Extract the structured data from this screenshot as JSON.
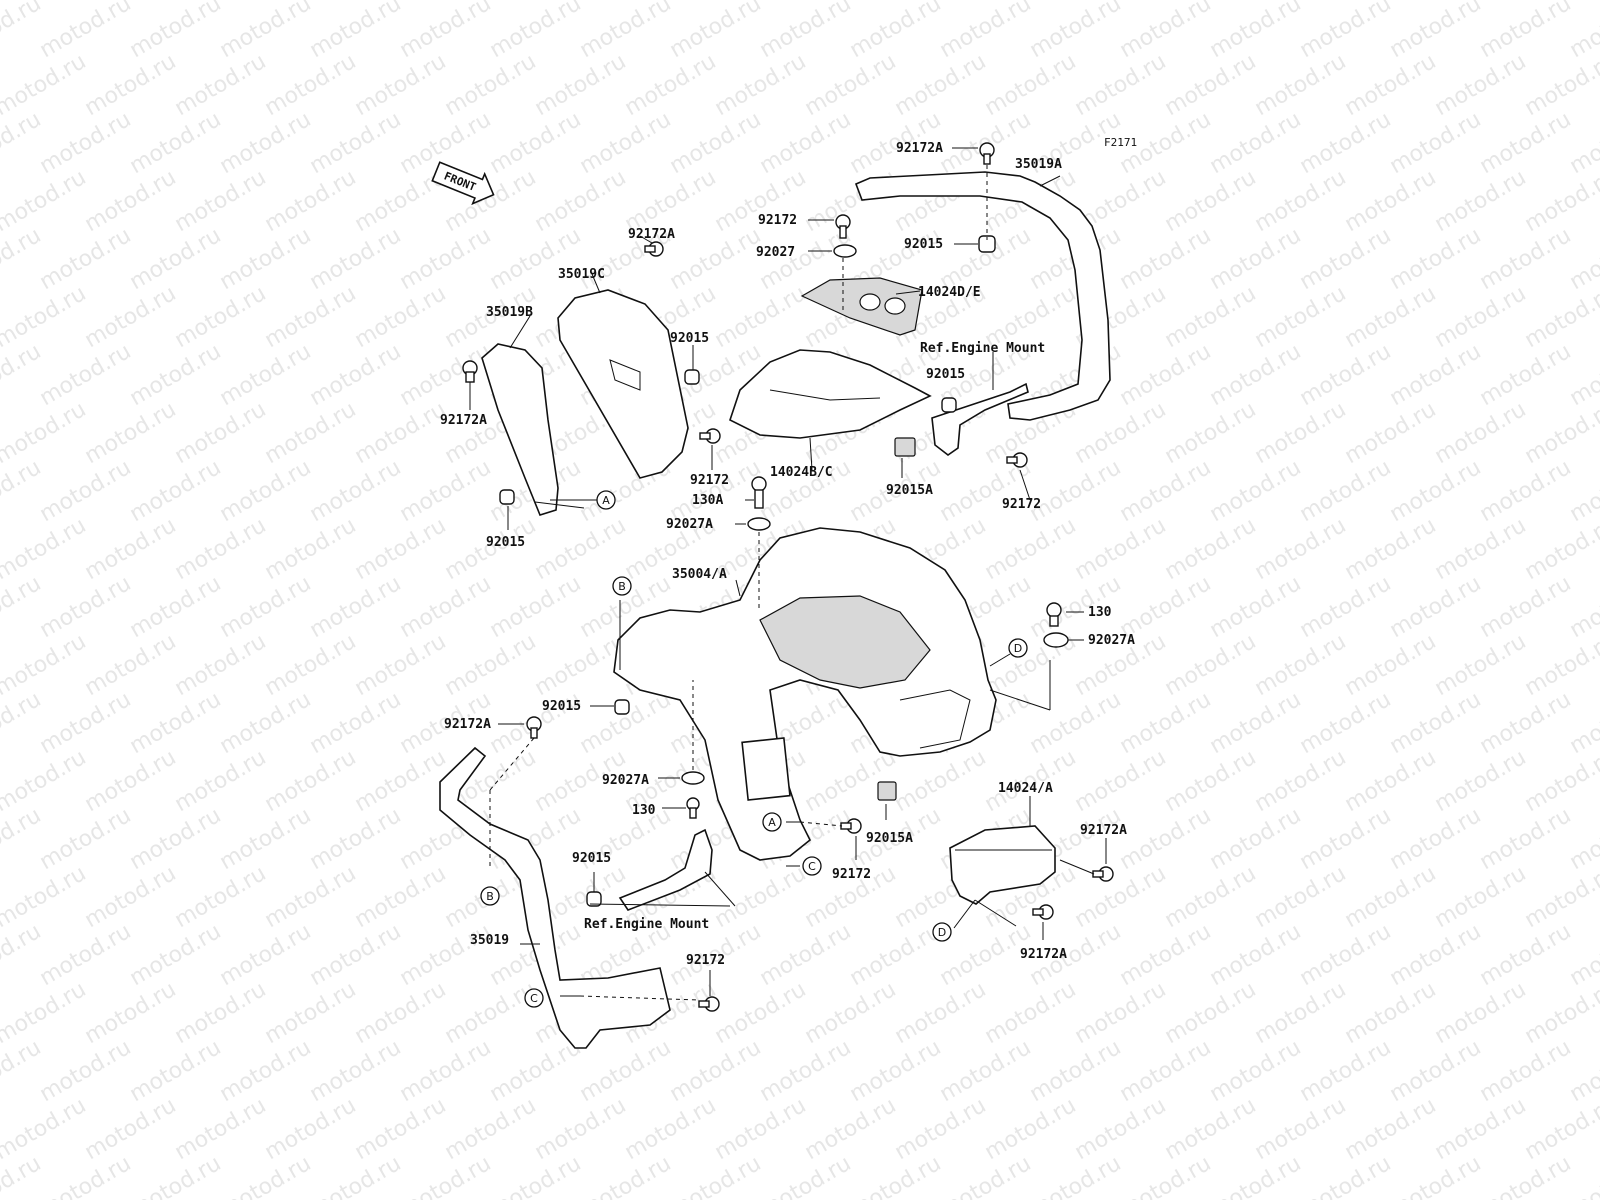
{
  "watermark": "motod.ru",
  "figure_id": "F2171",
  "front_arrow_label": "FRONT",
  "refs": {
    "engine_mount_top": "Ref.Engine Mount",
    "engine_mount_bottom": "Ref.Engine Mount"
  },
  "callout_letters": [
    "A",
    "B",
    "C",
    "D"
  ],
  "part_labels": [
    "92172A",
    "35019A",
    "92172",
    "92027",
    "92015",
    "14024D/E",
    "92172A",
    "35019C",
    "35019B",
    "92015",
    "92172A",
    "92172",
    "Ref.Engine Mount",
    "92015",
    "14024B/C",
    "92015A",
    "92172",
    "130A",
    "92015",
    "92027A",
    "35004/A",
    "130",
    "92027A",
    "92015",
    "92172A",
    "92027A",
    "130",
    "92015",
    "92015A",
    "92172",
    "14024/A",
    "92172A",
    "92172A",
    "35019",
    "92172"
  ]
}
